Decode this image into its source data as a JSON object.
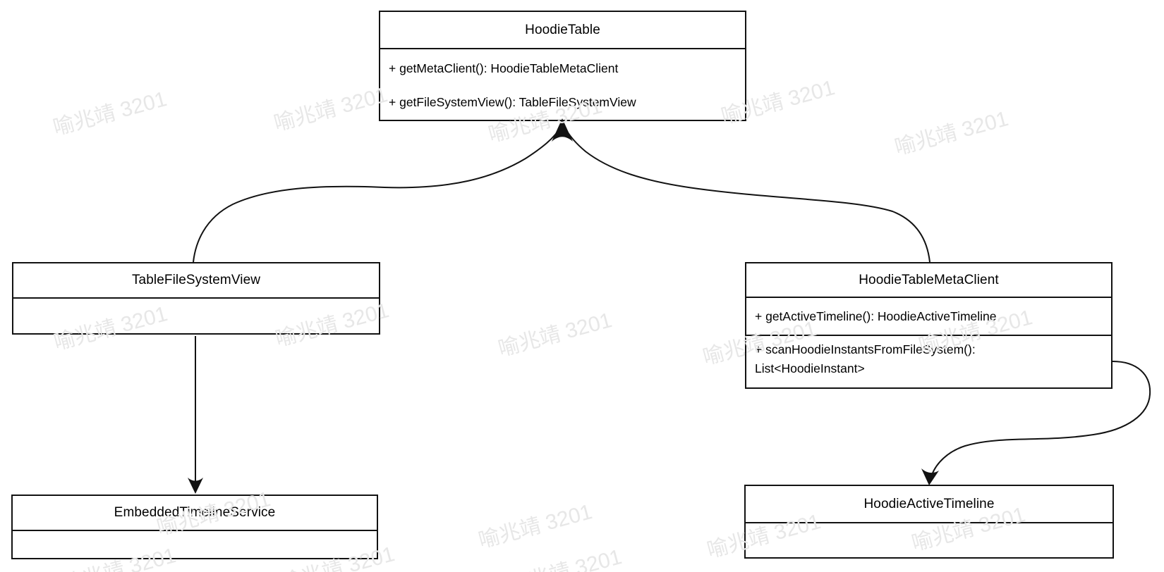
{
  "diagram": {
    "type": "uml-class-diagram",
    "classes": [
      {
        "id": "hoodie_table",
        "title": "HoodieTable",
        "methods": [
          "+ getMetaClient(): HoodieTableMetaClient",
          "+ getFileSystemView(): TableFileSystemView"
        ]
      },
      {
        "id": "table_file_system_view",
        "title": "TableFileSystemView",
        "methods": []
      },
      {
        "id": "hoodie_table_meta_client",
        "title": "HoodieTableMetaClient",
        "methods": [
          "+ getActiveTimeline(): HoodieActiveTimeline",
          "+ scanHoodieInstantsFromFileSystem(): List<HoodieInstant>"
        ]
      },
      {
        "id": "embedded_timeline_service",
        "title": "EmbeddedTimelineService",
        "methods": []
      },
      {
        "id": "hoodie_active_timeline",
        "title": "HoodieActiveTimeline",
        "methods": []
      }
    ],
    "relations": [
      {
        "from": "TableFileSystemView",
        "to": "HoodieTable",
        "style": "curved-arrow"
      },
      {
        "from": "HoodieTableMetaClient",
        "to": "HoodieTable",
        "style": "curved-arrow"
      },
      {
        "from": "TableFileSystemView",
        "to": "EmbeddedTimelineService",
        "style": "straight-arrow"
      },
      {
        "from": "HoodieTableMetaClient",
        "to": "HoodieActiveTimeline",
        "style": "curved-arrow"
      }
    ],
    "watermark": {
      "text": "喻兆靖 3201"
    },
    "colors": {
      "line": "#121212",
      "box_background": "#ffffff",
      "text": "#000000",
      "watermark": "#e7e7e7",
      "page_background": "#ffffff"
    }
  }
}
